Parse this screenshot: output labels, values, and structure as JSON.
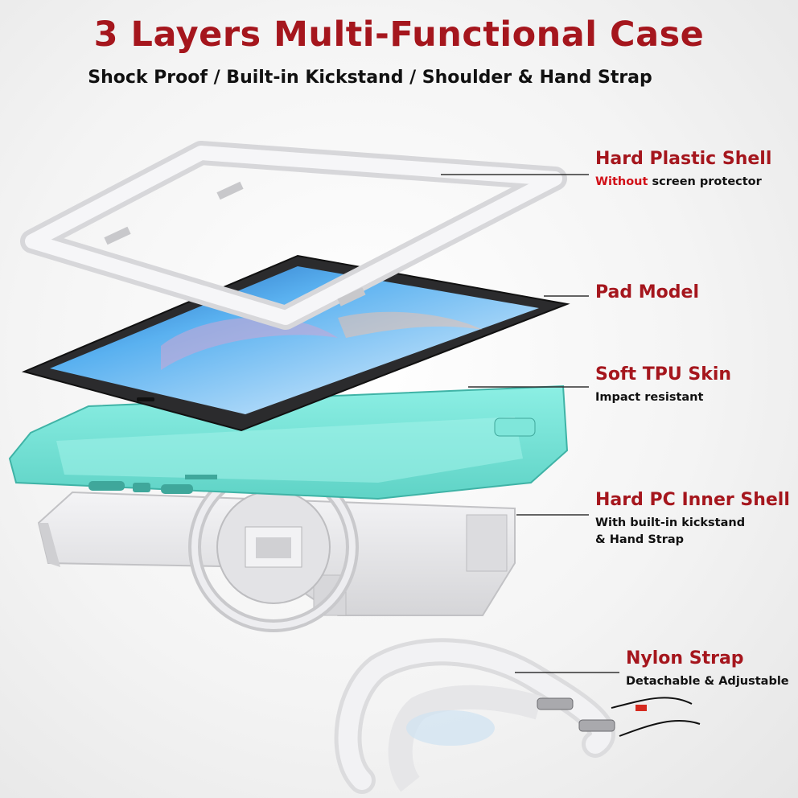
{
  "header": {
    "title": "3 Layers Multi-Functional Case",
    "subtitle": "Shock Proof / Built-in Kickstand / Shoulder & Hand Strap"
  },
  "colors": {
    "accent": "#a5161d",
    "highlight": "#d10f17",
    "tpu_skin": "#6fe3d6",
    "shell": "#e8e8ea",
    "tablet_frame": "#2b2b2d"
  },
  "layers": [
    {
      "name": "Hard Plastic Shell",
      "desc_accent": "Without",
      "desc_rest": " screen protector"
    },
    {
      "name": "Pad Model"
    },
    {
      "name": "Soft TPU Skin",
      "desc": "Impact resistant"
    },
    {
      "name": "Hard PC Inner Shell",
      "desc_line1": "With built-in kickstand",
      "desc_line2": "& Hand Strap"
    },
    {
      "name": "Nylon Strap",
      "desc": "Detachable & Adjustable"
    }
  ]
}
